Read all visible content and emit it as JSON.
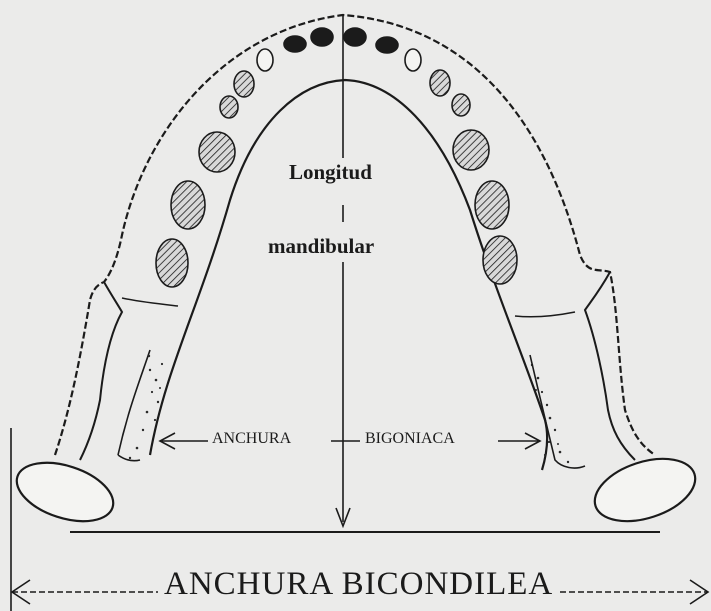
{
  "labels": {
    "longitud": "Longitud",
    "mandibular": "mandibular",
    "anchura_bigoniaca_left": "ANCHURA",
    "anchura_bigoniaca_right": "BIGONIACA",
    "anchura_bicondilea": "ANCHURA BICONDILEA"
  },
  "colors": {
    "background": "#ebebea",
    "ink": "#1b1b1b",
    "tooth_fill": "#bdbdbd"
  }
}
